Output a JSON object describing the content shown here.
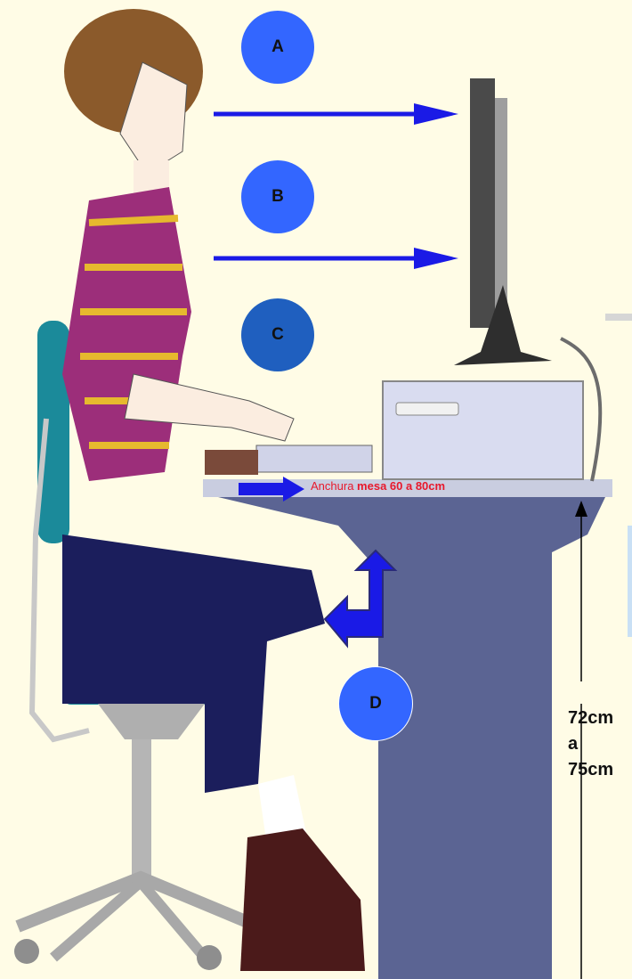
{
  "badges": [
    {
      "id": "A",
      "label": "A",
      "color": "#3366FF"
    },
    {
      "id": "B",
      "label": "B",
      "color": "#3366FF"
    },
    {
      "id": "C",
      "label": "C",
      "color": "#1F5FBF"
    },
    {
      "id": "D",
      "label": "D",
      "color": "#3366FF"
    }
  ],
  "desk_width_label": {
    "prefix": "Anchura ",
    "bold": "mesa 60 a 80cm"
  },
  "desk_height_label": {
    "line1": "72cm",
    "line2": "a",
    "line3": "75cm"
  },
  "colors": {
    "background": "#FFFCE6",
    "arrow": "#1A1AE6",
    "desk": "#5B6493",
    "label_red": "#E8192C"
  }
}
